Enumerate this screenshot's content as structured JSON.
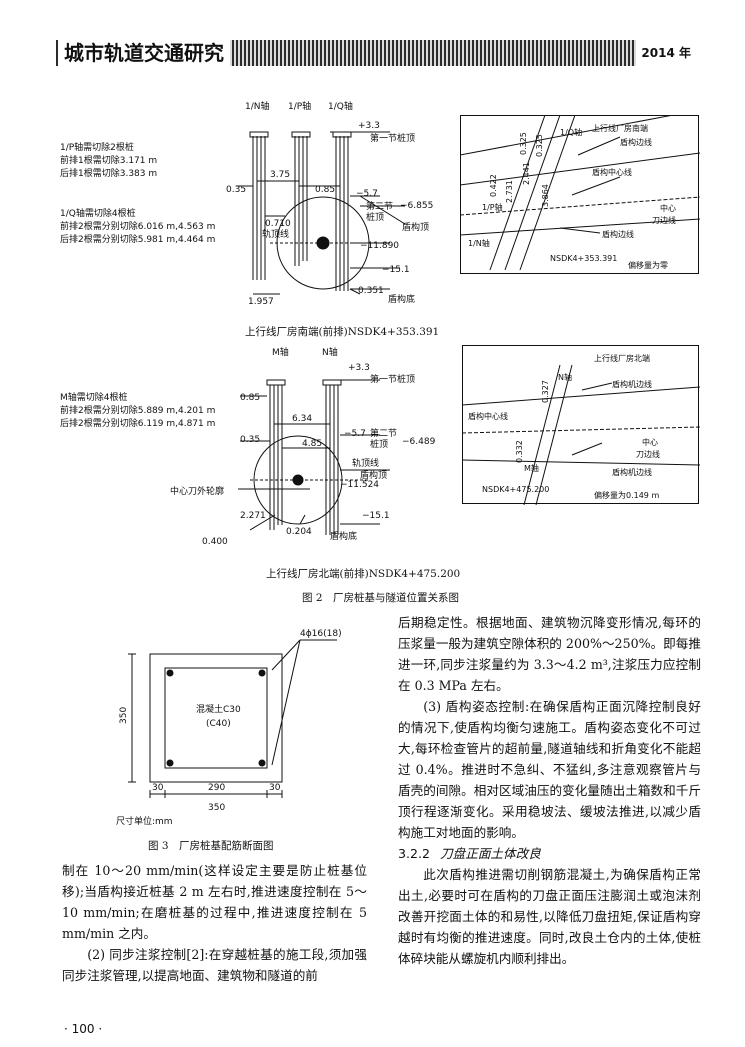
{
  "journal": {
    "title": "城市轨道交通研究",
    "year": "2014 年"
  },
  "fig2": {
    "top": {
      "axes": [
        "1/N轴",
        "1/P轴",
        "1/Q轴"
      ],
      "notes": [
        "1/P轴需切除2根桩",
        "前排1根需切除3.171 m",
        "后排1根需切除3.383 m",
        "1/Q轴需切除4根桩",
        "前排2根需分别切除6.016 m,4.563 m",
        "后排2根需分别切除5.981 m,4.464 m"
      ],
      "dims": [
        "+3.3",
        "0.35",
        "3.75",
        "0.85",
        "0.710",
        "−5.7",
        "−6.855",
        "−11.890",
        "−15.1",
        "1.957",
        "0.351"
      ],
      "labels": [
        "第一节桩顶",
        "第二节",
        "桩顶",
        "轨顶线",
        "盾构顶",
        "盾构底"
      ],
      "caption": "上行线厂房南端(前排)NSDK4+353.391"
    },
    "top_plan": {
      "labels": [
        "上行线厂房南端",
        "盾构边线",
        "1/Q轴",
        "盾构中心线",
        "1/P轴",
        "中心",
        "刀边线",
        "盾构边线",
        "1/N轴",
        "NSDK4+353.391",
        "偏移量为零"
      ],
      "small_dims": [
        "0.325",
        "0.325",
        "0.422",
        "2.731",
        "2.441",
        "3.864"
      ]
    },
    "bottom": {
      "axes": [
        "M轴",
        "N轴"
      ],
      "notes": [
        "M轴需切除4根桩",
        "前排2根需分别切除5.889 m,4.201 m",
        "后排2根需分别切除6.119 m,4.871 m"
      ],
      "dims": [
        "+3.3",
        "0.85",
        "0.35",
        "6.34",
        "4.85",
        "−5.7",
        "−6.489",
        "−11.524",
        "−15.1",
        "2.271",
        "0.400",
        "0.204"
      ],
      "labels": [
        "第一节桩顶",
        "第二节",
        "桩顶",
        "轨顶线",
        "盾构顶",
        "中心刀外轮廓",
        "盾构底"
      ],
      "caption": "上行线厂房北端(前排)NSDK4+475.200"
    },
    "bottom_plan": {
      "labels": [
        "上行线厂房北端",
        "N轴",
        "盾构机边线",
        "盾构中心线",
        "中心",
        "刀边线",
        "M轴",
        "盾构机边线",
        "NSDK4+475.200",
        "偏移量为0.149 m"
      ],
      "small_dims": [
        "0.327",
        "0.332"
      ]
    },
    "caption": "图 2　厂房桩基与隧道位置关系图"
  },
  "fig3": {
    "rebar": "4ϕ16(18)",
    "concrete_line1": "混凝土C30",
    "concrete_line2": "(C40)",
    "dim_side": "350",
    "dims_bottom": [
      "30",
      "290",
      "30"
    ],
    "dim_total": "350",
    "unit": "尺寸单位:mm",
    "caption": "图 3　厂房桩基配筋断面图"
  },
  "left_text": {
    "p1": "制在 10～20 mm/min(这样设定主要是防止桩基位移);当盾构接近桩基 2 m 左右时,推进速度控制在 5～10 mm/min;在磨桩基的过程中,推进速度控制在 5 mm/min 之内。",
    "p2": "(2) 同步注浆控制[2]:在穿越桩基的施工段,须加强同步注浆管理,以提高地面、建筑物和隧道的前"
  },
  "right_text": {
    "p1": "后期稳定性。根据地面、建筑物沉降变形情况,每环的压浆量一般为建筑空隙体积的 200%～250%。即每推进一环,同步注浆量约为 3.3～4.2 m³,注浆压力应控制在 0.3 MPa 左右。",
    "p2": "(3) 盾构姿态控制:在确保盾构正面沉降控制良好的情况下,使盾构均衡匀速施工。盾构姿态变化不可过大,每环检查管片的超前量,隧道轴线和折角变化不能超过 0.4%。推进时不急纠、不猛纠,多注意观察管片与盾壳的间隙。相对区域油压的变化量随出土箱数和千斤顶行程逐渐变化。采用稳坡法、缓坡法推进,以减少盾构施工对地面的影响。",
    "section_num": "3.2.2",
    "section_title": "刀盘正面土体改良",
    "p3": "此次盾构推进需切削钢筋混凝土,为确保盾构正常出土,必要时可在盾构的刀盘正面压注膨润土或泡沫剂改善开挖面土体的和易性,以降低刀盘扭矩,保证盾构穿越时有均衡的推进速度。同时,改良土仓内的土体,使桩体碎块能从螺旋机内顺利排出。"
  },
  "page_number": "· 100 ·"
}
